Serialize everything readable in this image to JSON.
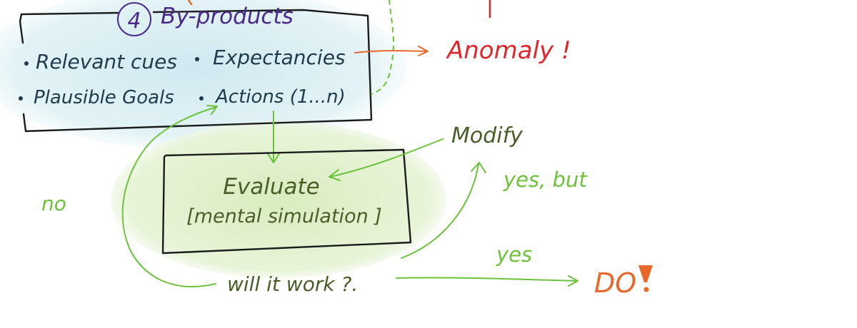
{
  "box_byproducts": {
    "number": "4",
    "title": "By-products",
    "items": [
      "Relevant cues",
      "Expectancies",
      "Plausible Goals",
      "Actions (1...n)"
    ]
  },
  "anomaly": "Anomaly !",
  "evaluate_box": {
    "line1": "Evaluate",
    "line2": "[mental simulation ]"
  },
  "modify": "Modify",
  "yes_but": "yes, but",
  "no": "no",
  "question": "will it work ?.",
  "yes": "yes",
  "do": "DO",
  "colors": {
    "box_blue_fill": "#dceff3",
    "box_green_fill": "#e4f2d2",
    "dark_ink": "#1c1c1c",
    "blue_text": "#1f3a4a",
    "purple_text": "#4a2a8a",
    "red": "#e0262a",
    "orange": "#e8672a",
    "green_arrow": "#6cc23a",
    "olive_text": "#4a5e28",
    "green_text": "#5fb832"
  }
}
